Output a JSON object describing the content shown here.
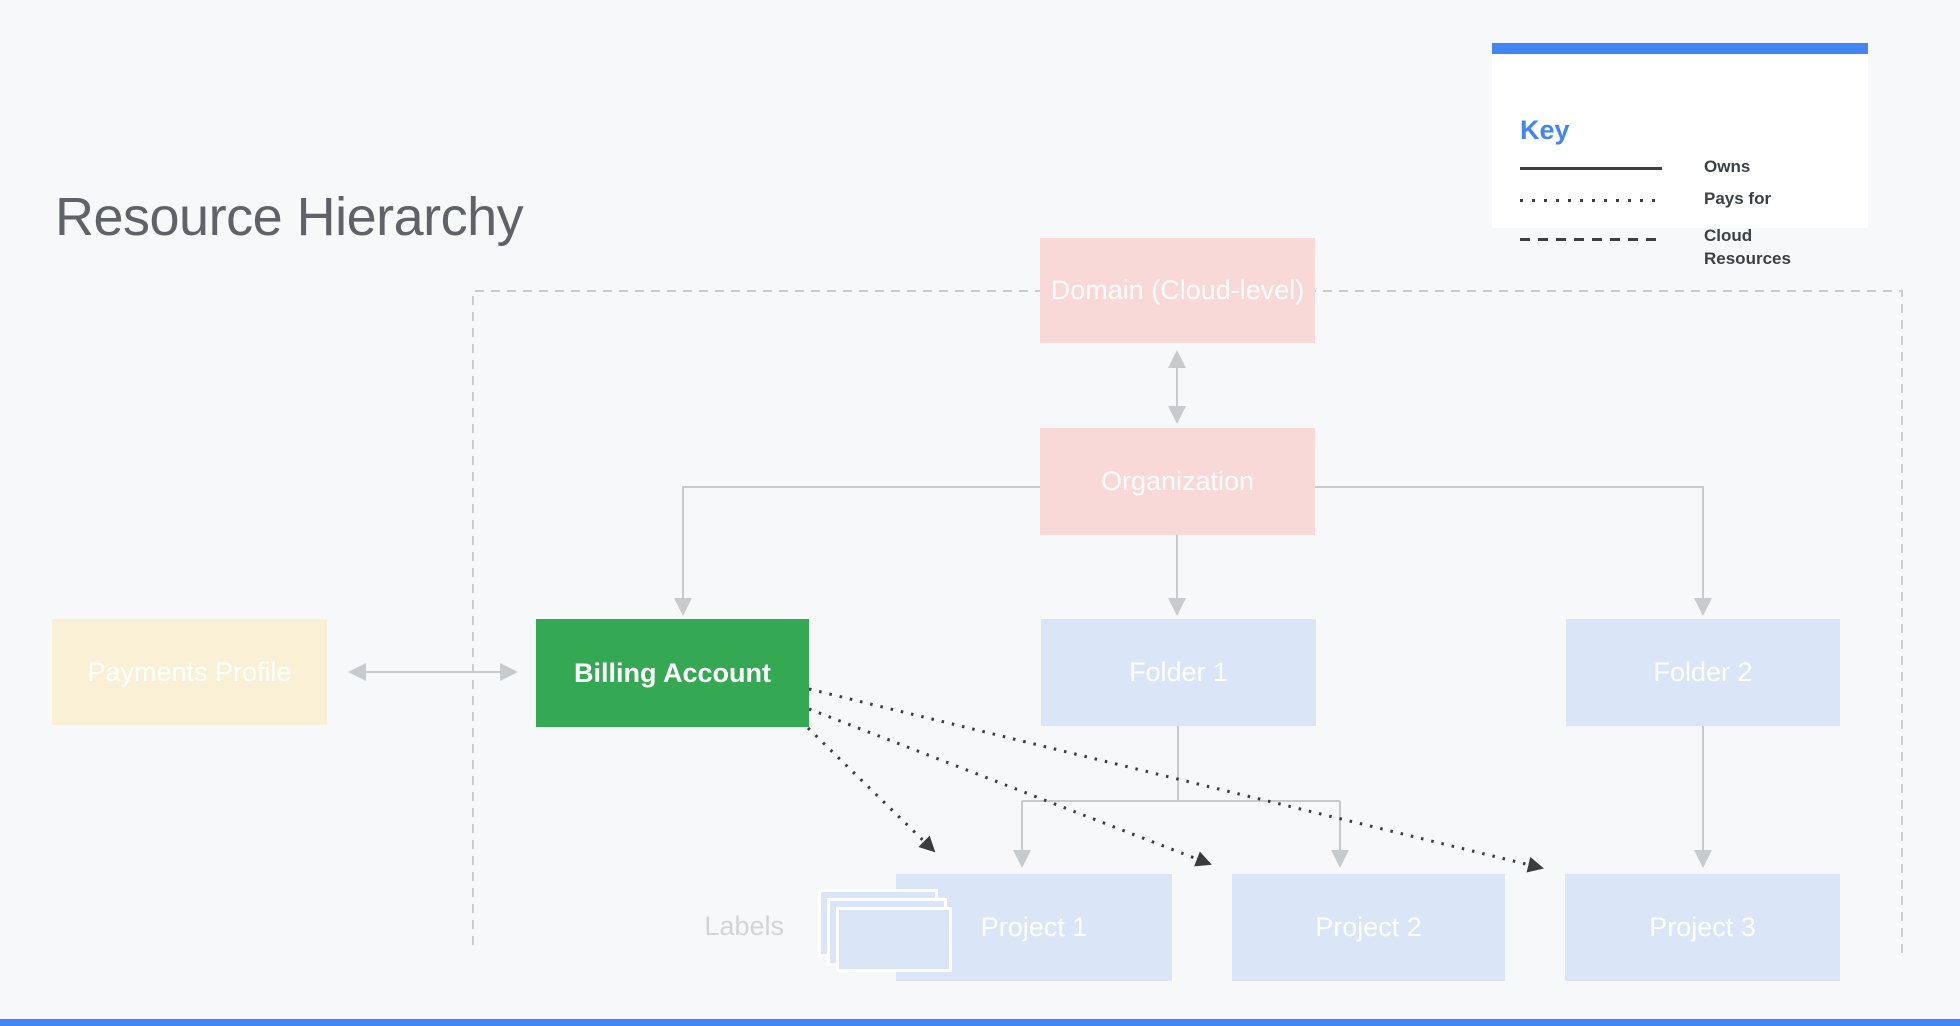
{
  "page": {
    "title": "Resource Hierarchy"
  },
  "key": {
    "title": "Key",
    "items": [
      {
        "name": "owns",
        "line_style": "solid",
        "label": "Owns"
      },
      {
        "name": "pays-for",
        "line_style": "dotted",
        "label": "Pays for"
      },
      {
        "name": "cloud-resources",
        "line_style": "dashed",
        "label": "Cloud Resources"
      }
    ]
  },
  "nodes": {
    "domain": {
      "label": "Domain (Cloud-level)",
      "color": "#f8d9d7"
    },
    "organization": {
      "label": "Organization",
      "color": "#f8d9d7"
    },
    "payments_profile": {
      "label": "Payments Profile",
      "color": "#f9f0d5"
    },
    "billing_account": {
      "label": "Billing Account",
      "color": "#34a853",
      "highlighted": true
    },
    "folder1": {
      "label": "Folder 1",
      "color": "#dbe5f8"
    },
    "folder2": {
      "label": "Folder 2",
      "color": "#dbe5f8"
    },
    "project1": {
      "label": "Project 1",
      "color": "#dbe5f8"
    },
    "project2": {
      "label": "Project 2",
      "color": "#dbe5f8"
    },
    "project3": {
      "label": "Project 3",
      "color": "#dbe5f8"
    }
  },
  "labels_caption": "Labels",
  "edges": [
    {
      "from": "Domain (Cloud-level)",
      "to": "Organization",
      "type": "owns",
      "bidirectional": true
    },
    {
      "from": "Organization",
      "to": "Billing Account",
      "type": "owns"
    },
    {
      "from": "Organization",
      "to": "Folder 1",
      "type": "owns"
    },
    {
      "from": "Organization",
      "to": "Folder 2",
      "type": "owns"
    },
    {
      "from": "Payments Profile",
      "to": "Billing Account",
      "type": "owns",
      "bidirectional": true
    },
    {
      "from": "Folder 1",
      "to": "Project 1",
      "type": "owns"
    },
    {
      "from": "Folder 1",
      "to": "Project 2",
      "type": "owns"
    },
    {
      "from": "Folder 2",
      "to": "Project 3",
      "type": "owns"
    },
    {
      "from": "Billing Account",
      "to": "Project 1",
      "type": "pays_for"
    },
    {
      "from": "Billing Account",
      "to": "Project 2",
      "type": "pays_for"
    },
    {
      "from": "Billing Account",
      "to": "Project 3",
      "type": "pays_for"
    }
  ],
  "colors": {
    "background": "#f7f8fa",
    "accent_blue": "#4285f4",
    "title_gray": "#5f6368",
    "connector_gray": "#c8cbce",
    "boundary_dash_gray": "#cbced1",
    "pays_for_dark": "#3a3d40",
    "legend_text": "#3c4043"
  }
}
